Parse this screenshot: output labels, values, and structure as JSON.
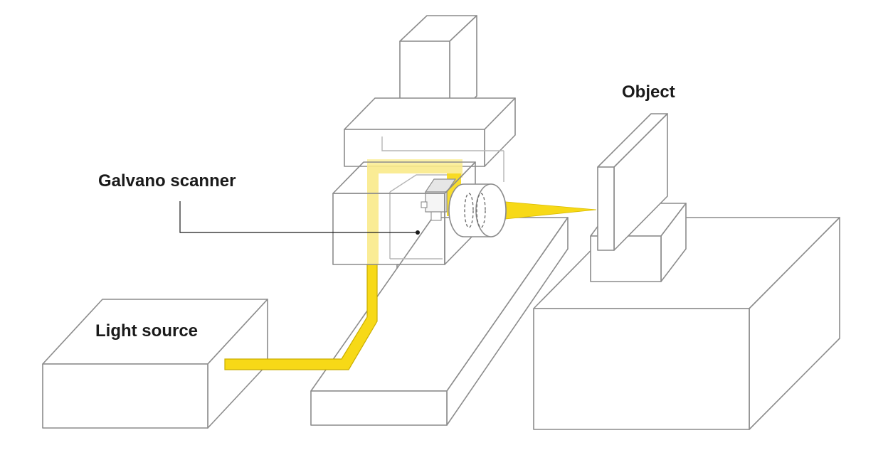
{
  "labels": {
    "object": "Object",
    "galvano_scanner": "Galvano scanner",
    "light_source": "Light source"
  },
  "colors": {
    "beam": "#f7d917",
    "beam_light": "#faea8a",
    "outline": "#8c8c8c",
    "text": "#1a1a1a"
  }
}
